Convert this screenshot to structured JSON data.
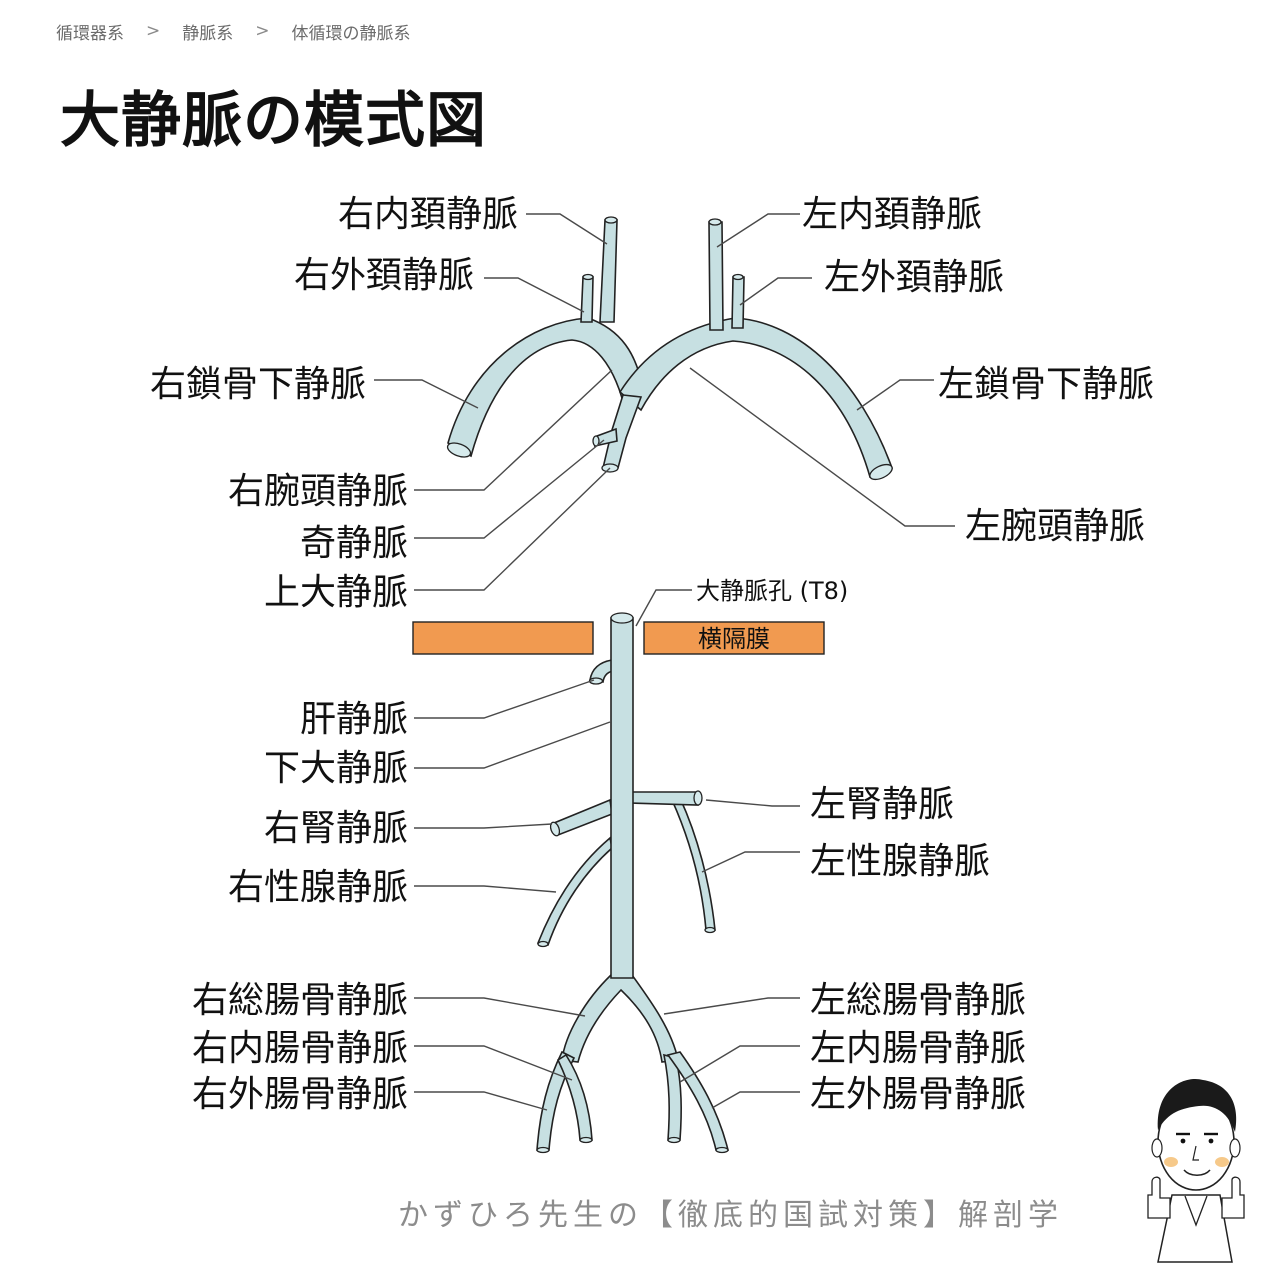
{
  "breadcrumb": {
    "level1": "循環器系",
    "level2": "静脈系",
    "level3": "体循環の静脈系",
    "separator": ">"
  },
  "title": "大静脈の模式図",
  "labels": {
    "rt_ijv": "右内頚静脈",
    "lt_ijv": "左内頚静脈",
    "rt_ejv": "右外頚静脈",
    "lt_ejv": "左外頚静脈",
    "rt_subclavian": "右鎖骨下静脈",
    "lt_subclavian": "左鎖骨下静脈",
    "rt_brachiocephalic": "右腕頭静脈",
    "lt_brachiocephalic": "左腕頭静脈",
    "azygos": "奇静脈",
    "svc": "上大静脈",
    "caval_opening": "大静脈孔 (T8)",
    "diaphragm": "横隔膜",
    "hepatic": "肝静脈",
    "ivc": "下大静脈",
    "rt_renal": "右腎静脈",
    "lt_renal": "左腎静脈",
    "rt_gonadal": "右性腺静脈",
    "lt_gonadal": "左性腺静脈",
    "rt_common_iliac": "右総腸骨静脈",
    "lt_common_iliac": "左総腸骨静脈",
    "rt_internal_iliac": "右内腸骨静脈",
    "lt_internal_iliac": "左内腸骨静脈",
    "rt_external_iliac": "右外腸骨静脈",
    "lt_external_iliac": "左外腸骨静脈"
  },
  "footer": "かずひろ先生の【徹底的国試対策】解剖学",
  "colors": {
    "vein_fill": "#c7e0e2",
    "diaphragm_fill": "#f19a50",
    "outline": "#222222"
  },
  "mascot": "doctor-mascot-thumbs-up"
}
